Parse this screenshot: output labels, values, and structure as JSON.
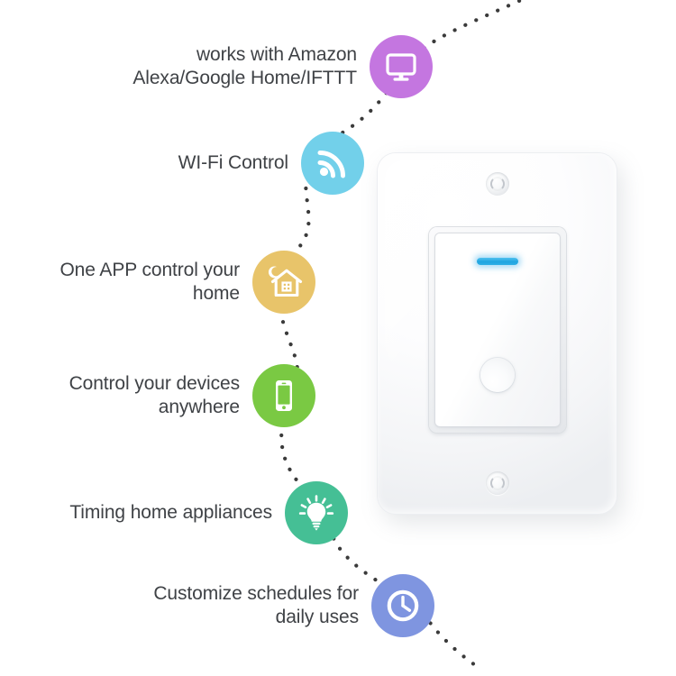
{
  "product": {
    "name": "smart-wi-fi-wall-light-switch",
    "plate_color": "#ffffff",
    "led_color": "#29abe2",
    "screw_count": 2
  },
  "connector": {
    "style": "dotted",
    "color": "#3a3a3a"
  },
  "features": [
    {
      "label": "works with Amazon\nAlexa/Google Home/IFTTT",
      "icon": "monitor-icon",
      "color": "#c476e0"
    },
    {
      "label": "WI-Fi Control",
      "icon": "wifi-icon",
      "color": "#72d0ea"
    },
    {
      "label": "One APP control your\nhome",
      "icon": "house-moon-icon",
      "color": "#e8c островные"
    },
    {
      "label": "Control your devices\nanywhere",
      "icon": "smartphone-icon",
      "color": "#7ac943"
    },
    {
      "label": "Timing home appliances",
      "icon": "lightbulb-icon",
      "color": "#45bf95"
    },
    {
      "label": "Customize schedules for\ndaily uses",
      "icon": "clock-icon",
      "color": "#7f95e0"
    }
  ]
}
